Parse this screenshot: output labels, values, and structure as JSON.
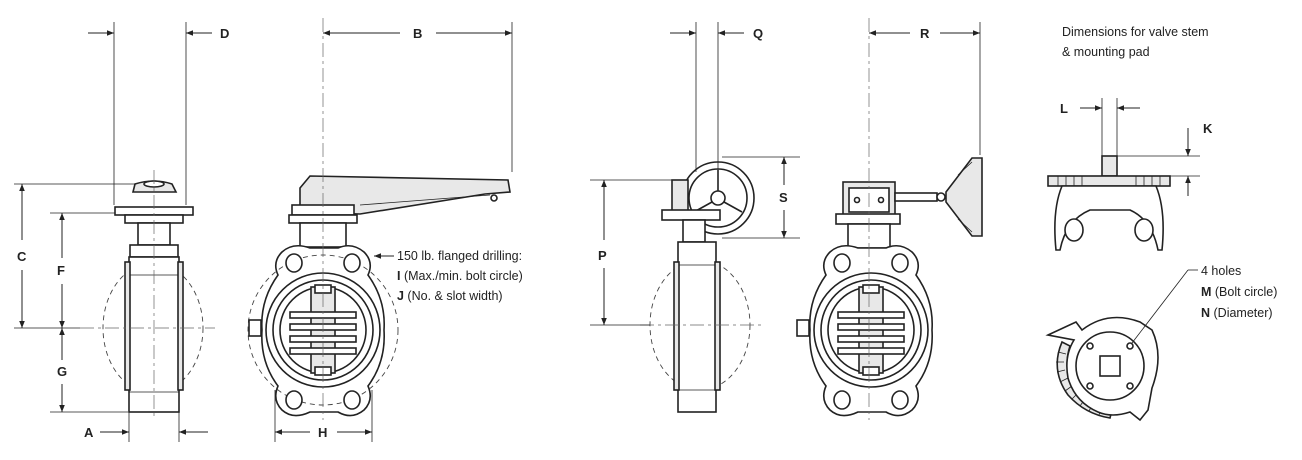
{
  "dimension_labels": {
    "A": "A",
    "B": "B",
    "C": "C",
    "D": "D",
    "F": "F",
    "G": "G",
    "H": "H",
    "K": "K",
    "L": "L",
    "P": "P",
    "Q": "Q",
    "R": "R",
    "S": "S"
  },
  "flange_note": {
    "line1": "150 lb. flanged drilling:",
    "line2_bold": "I",
    "line2_text": " (Max./min. bolt circle)",
    "line3_bold": "J",
    "line3_text": " (No. & slot width)"
  },
  "stem_note": {
    "line1": "Dimensions for valve stem",
    "line2": "& mounting pad"
  },
  "holes_note": {
    "line1": "4 holes",
    "line2_bold": "M",
    "line2_text": " (Bolt circle)",
    "line3_bold": "N",
    "line3_text": " (Diameter)"
  }
}
